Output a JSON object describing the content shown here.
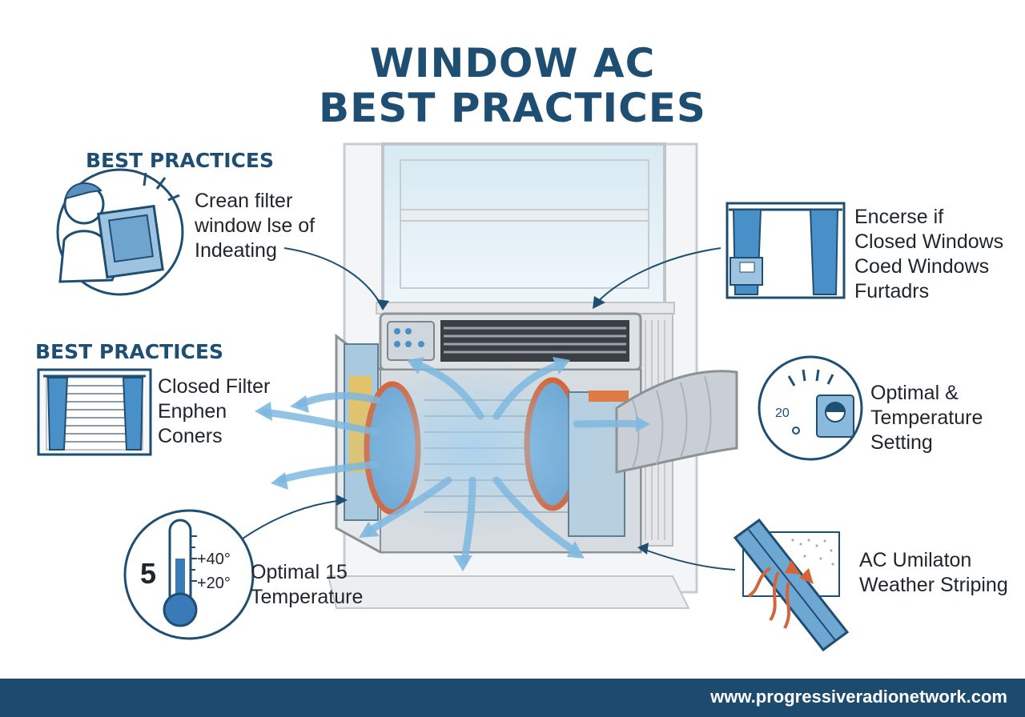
{
  "title": {
    "line1": "WINDOW AC",
    "line2": "BEST PRACTICES"
  },
  "left_top": {
    "heading": "BEST PRACTICES",
    "lines": [
      "Crean filter",
      "window lse of",
      "Indeating"
    ]
  },
  "left_mid": {
    "heading": "BEST PRACTICES",
    "lines": [
      "Closed Filter",
      "Enphen",
      "Coners"
    ]
  },
  "left_bottom": {
    "gauge_number": "5",
    "scale_high": "+40°",
    "scale_low": "+20°",
    "lines": [
      "Optimal 15",
      "Temperature"
    ]
  },
  "right_top": {
    "lines": [
      "Encerse if",
      "Closed Windows",
      "Coed Windows",
      "Furtadrs"
    ]
  },
  "right_mid": {
    "dial_value": "20",
    "lines": [
      "Optimal &",
      "Temperature",
      "Setting"
    ]
  },
  "right_bottom": {
    "lines": [
      "AC Umilaton",
      "Weather Striping"
    ]
  },
  "footer": {
    "url": "www.progressiveradionetwork.com"
  },
  "icons": [
    "person-cleaning-filter-icon",
    "curtain-window-icon",
    "closed-blinds-window-icon",
    "thermometer-icon",
    "temperature-dial-icon",
    "weather-stripping-icon"
  ],
  "colors": {
    "title": "#1f4e73",
    "footer": "#1c4b6e",
    "airflow": "#7fb8e0",
    "accent_blue": "#4a90c8",
    "copper": "#d4653a"
  }
}
